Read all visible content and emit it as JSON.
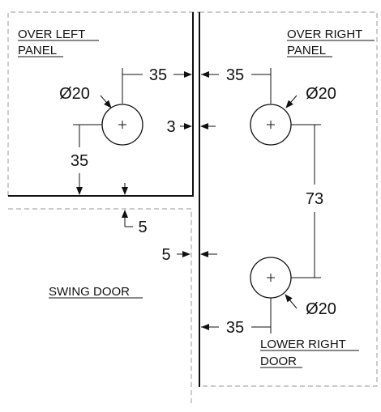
{
  "labels": {
    "over_left_line1": "OVER LEFT",
    "over_left_line2": "PANEL",
    "over_right_line1": "OVER RIGHT",
    "over_right_line2": "PANEL",
    "swing_door": "SWING DOOR",
    "lower_right_line1": "LOWER RIGHT",
    "lower_right_line2": "DOOR"
  },
  "dimensions": {
    "left_horizontal": "35",
    "right_horizontal": "35",
    "left_hole_diameter": "Ø20",
    "right_hole_diameter": "Ø20",
    "lower_hole_diameter": "Ø20",
    "gap_top": "3",
    "left_vertical": "35",
    "vertical_between_holes": "73",
    "gap_under_panel": "5",
    "gap_side": "5",
    "lower_horizontal": "35"
  }
}
